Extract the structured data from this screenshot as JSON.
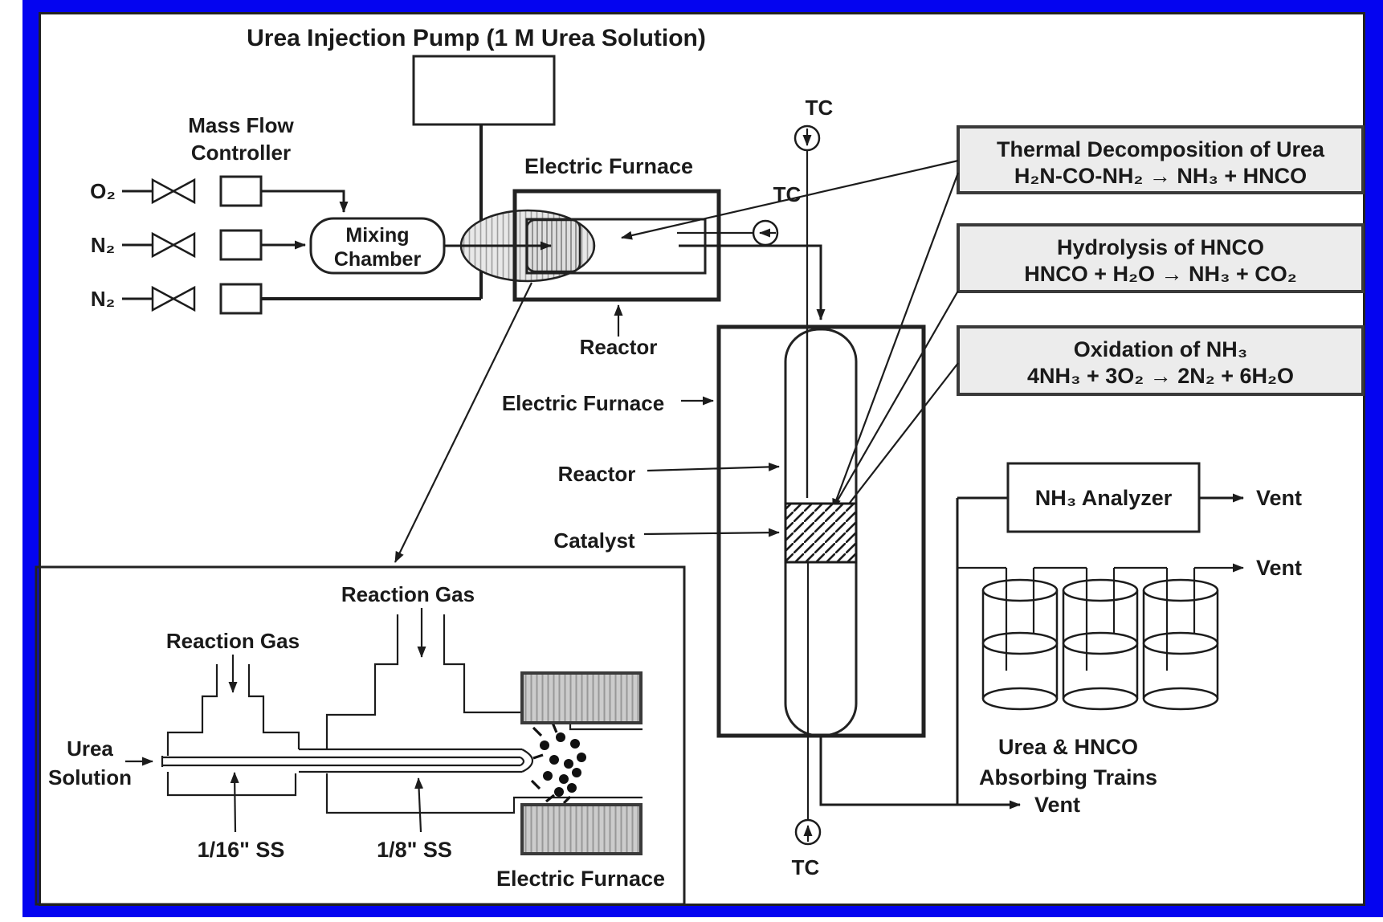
{
  "figure": {
    "type": "experimental-apparatus-flow-diagram",
    "subject": "Urea thermal decomposition / SCR catalyst test rig"
  },
  "colors": {
    "frame_blue": "#0404f0",
    "reaction_box_fill": "#ececec",
    "heater_fill": "#cccccc",
    "line": "#1c1c1c"
  },
  "top_flow": {
    "title": "Urea Injection Pump (1 M Urea Solution)",
    "mass_flow_controller": [
      "Mass Flow",
      "Controller"
    ],
    "gas_inlets": [
      "O₂",
      "N₂",
      "N₂"
    ],
    "mixing_chamber": [
      "Mixing",
      "Chamber"
    ],
    "electric_furnace_top": "Electric Furnace",
    "reactor_top": "Reactor",
    "tc_top": "TC",
    "tc_side": "TC"
  },
  "reactions": [
    {
      "title": "Thermal Decomposition of Urea",
      "equation": "H₂N-CO-NH₂ → NH₃ + HNCO"
    },
    {
      "title": "Hydrolysis of HNCO",
      "equation": "HNCO + H₂O → NH₃ + CO₂"
    },
    {
      "title": "Oxidation of NH₃",
      "equation": "4NH₃ + 3O₂ → 2N₂ + 6H₂O"
    }
  ],
  "main_reactor": {
    "electric_furnace": "Electric Furnace",
    "reactor": "Reactor",
    "catalyst": "Catalyst",
    "tc_bottom": "TC"
  },
  "outlet": {
    "analyzer": "NH₃ Analyzer",
    "vent_analyzer": "Vent",
    "vent_trains": "Vent",
    "vent_bypass": "Vent",
    "absorbing_trains": [
      "Urea & HNCO",
      "Absorbing Trains"
    ]
  },
  "injector_inset": {
    "reaction_gas_left": "Reaction Gas",
    "reaction_gas_right": "Reaction Gas",
    "urea_solution": [
      "Urea",
      "Solution"
    ],
    "tube_inner": "1/16\" SS",
    "tube_outer": "1/8\" SS",
    "electric_furnace": "Electric Furnace"
  }
}
